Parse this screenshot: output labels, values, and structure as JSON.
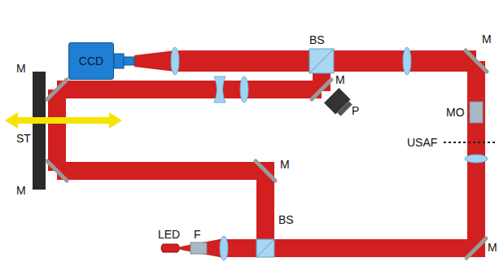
{
  "diagram": {
    "nodes": [
      {
        "text": [
          "CCD"
        ]
      }
    ],
    "labels": [
      "BS",
      "M",
      "M",
      "M",
      "P",
      "MO",
      "USAF",
      "ST",
      "M",
      "M",
      "LED",
      "F",
      "BS",
      "M"
    ]
  }
}
